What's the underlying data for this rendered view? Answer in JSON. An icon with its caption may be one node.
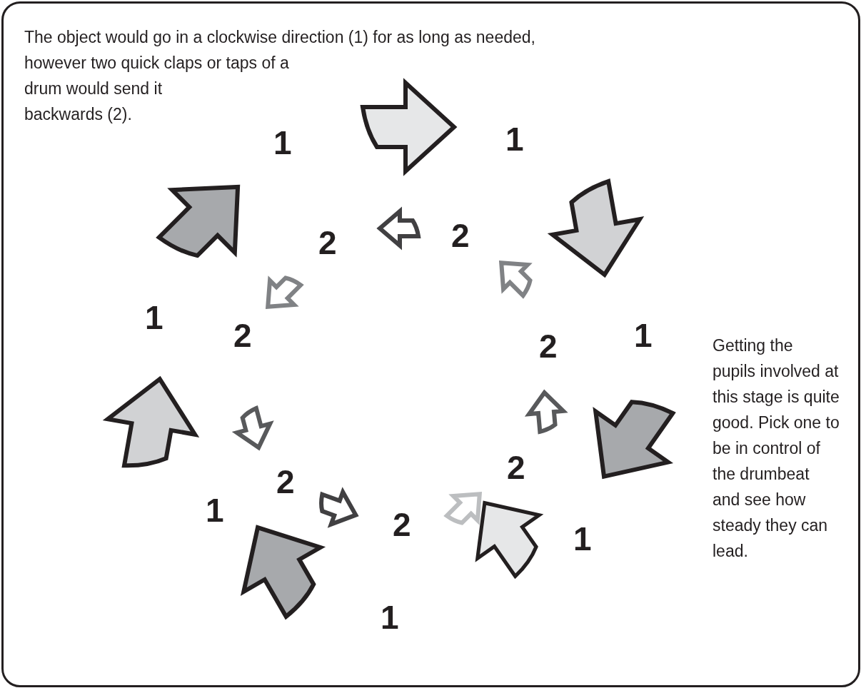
{
  "diagram": {
    "labels": [
      "The object would go in a clockwise direction (1) for as long as needed, however two quick claps or taps of a drum would send it backwards (2).",
      "1",
      "1",
      "2",
      "2",
      "1",
      "2",
      "1",
      "2",
      "Getting the pupils involved at this stage is quite good. Pick one to be in control of the drumbeat and see how steady they can lead.",
      "2",
      "2",
      "1",
      "2",
      "1",
      "1"
    ]
  }
}
